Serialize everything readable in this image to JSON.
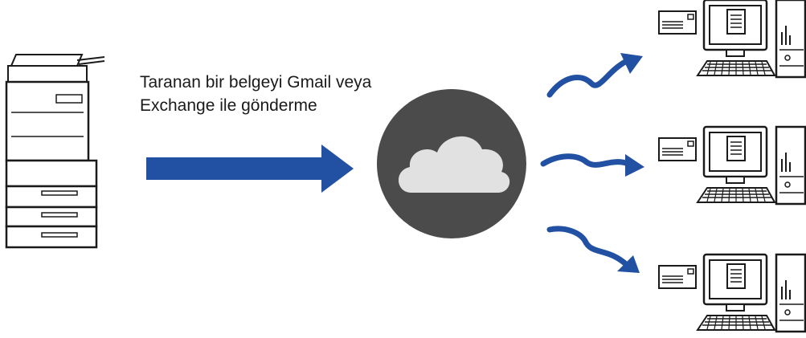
{
  "caption": {
    "line1": "Taranan bir belgeyi Gmail veya",
    "line2": "Exchange ile gönderme"
  },
  "nodes": {
    "source": "multifunction-printer",
    "service": "cloud",
    "destinations": [
      "computer-with-email",
      "computer-with-email",
      "computer-with-email"
    ]
  },
  "colors": {
    "arrow": "#2251a3",
    "cloud_circle": "#4b4b4b",
    "cloud": "#e1e1e1",
    "line": "#1a1a1a"
  }
}
